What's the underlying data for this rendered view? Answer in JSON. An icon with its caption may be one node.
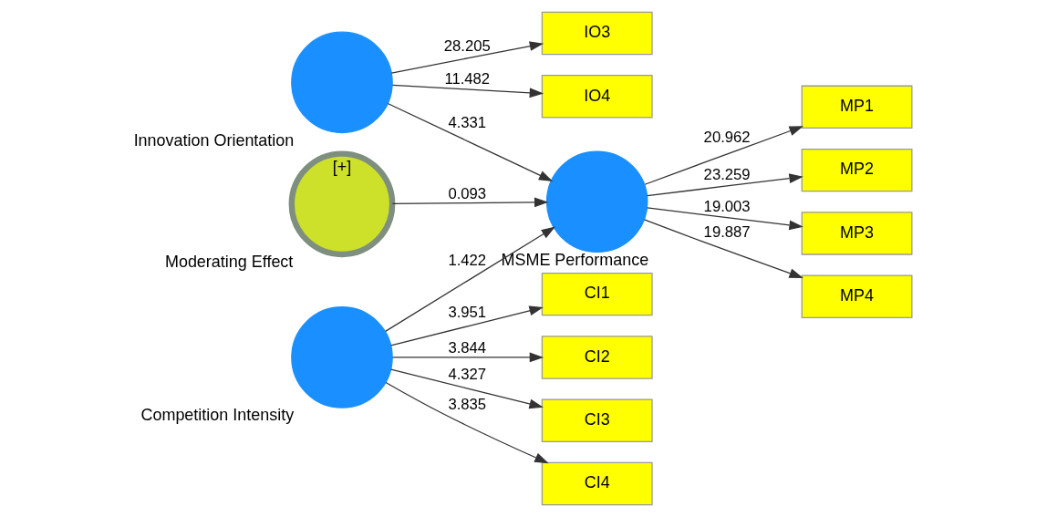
{
  "diagram": {
    "nodes": [
      {
        "text": [
          "Innovation Orientation"
        ]
      },
      {
        "text": [
          "MSME Performance"
        ]
      },
      {
        "text": [
          "IO3"
        ]
      },
      {
        "text": [
          "IO4"
        ]
      },
      {
        "text": [
          "MP1"
        ]
      },
      {
        "text": [
          "MP2"
        ]
      },
      {
        "text": [
          "MP3"
        ]
      },
      {
        "text": [
          "MP4"
        ]
      },
      {
        "text": [
          "[+]",
          "Moderating Effect"
        ]
      },
      {
        "text": [
          "CI1"
        ]
      },
      {
        "text": [
          "CI2"
        ]
      },
      {
        "text": [
          "CI3"
        ]
      },
      {
        "text": [
          "CI4"
        ]
      },
      {
        "text": [
          "Competition Intensity"
        ]
      }
    ],
    "edges": [
      {
        "from": 0,
        "to": 2,
        "arrow": "to",
        "label": "28.205"
      },
      {
        "from": 0,
        "to": 3,
        "arrow": "to",
        "label": "11.482"
      },
      {
        "from": 0,
        "to": 1,
        "arrow": "to",
        "label": "4.331"
      },
      {
        "from": 1,
        "to": 4,
        "arrow": "to",
        "label": "20.962"
      },
      {
        "from": 1,
        "to": 5,
        "arrow": "to",
        "label": "23.259"
      },
      {
        "from": 1,
        "to": 6,
        "arrow": "to",
        "label": "19.003"
      },
      {
        "from": 1,
        "to": 7,
        "arrow": "to",
        "label": "19.887"
      },
      {
        "from": 8,
        "to": 1,
        "arrow": "to",
        "label": "0.093"
      },
      {
        "from": 13,
        "to": 1,
        "arrow": "to",
        "label": "1.422"
      },
      {
        "from": 13,
        "to": 9,
        "arrow": "to",
        "label": "3.951"
      },
      {
        "from": 13,
        "to": 10,
        "arrow": "to",
        "label": "3.844"
      },
      {
        "from": 13,
        "to": 11,
        "arrow": "to",
        "label": "4.327"
      },
      {
        "from": 13,
        "to": 12,
        "arrow": "to",
        "label": "3.835"
      }
    ]
  }
}
